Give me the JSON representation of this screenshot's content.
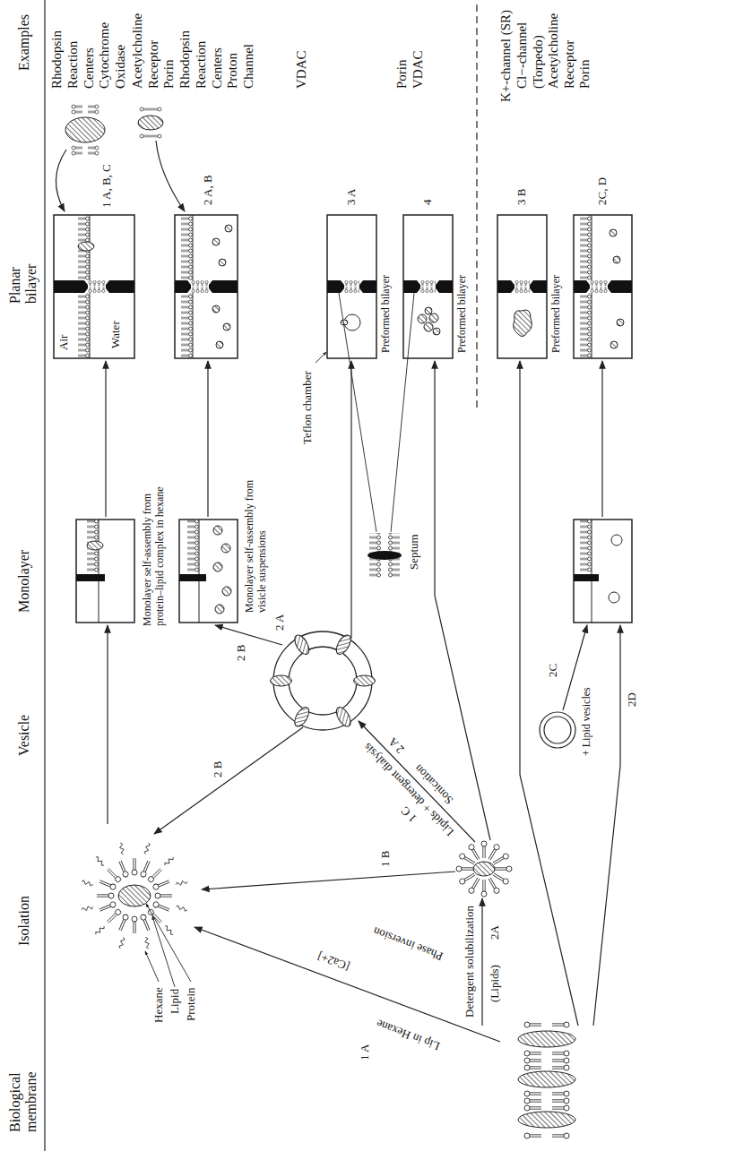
{
  "diagram": {
    "labels": [
      "Biological membrane",
      "Isolation",
      "Vesicle",
      "Monolayer",
      "Planar bilayer",
      "Examples",
      "Hexane",
      "Lipid",
      "Protein",
      "Lip in Hexane",
      "[Ca2+]",
      "Phase inversion",
      "1 A",
      "Detergent solubilization",
      "(Lipids)",
      "2A",
      "1 B",
      "2 B",
      "1 C",
      "Lipids + detergent dialysis",
      "Sonication",
      "2 A",
      "2 B",
      "2 A",
      "Monolayer self-assembly from protein–lipid complex in hexane",
      "Monolayer self-assembly from visicle suspensions",
      "Air",
      "Water",
      "Teflon chamber",
      "Septum",
      "Preformed bilayer",
      "Preformed bilayer",
      "Preformed bilayer",
      "+ Lipid vesicles",
      "2C",
      "2D",
      "1 A, B, C",
      "2 A, B",
      "3 A",
      "4",
      "3 B",
      "2C, D",
      "Rhodopsin",
      "Reaction Centers",
      "Cytochrome Oxidase",
      "Acetylcholine Receptor",
      "Porin",
      "Rhodopsin",
      "Reaction Centers",
      "Proton Channel",
      "VDAC",
      "Porin",
      "VDAC",
      "K+-channel (SR)",
      "Cl−-channel (Torpedo)",
      "Acetylcholine Receptor",
      "Porin"
    ]
  }
}
